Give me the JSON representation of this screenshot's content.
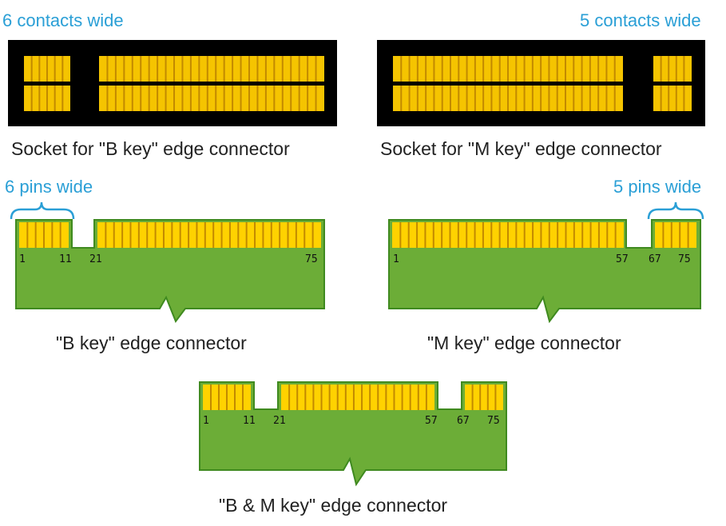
{
  "colors": {
    "socket_bg": "#000000",
    "contact_fill": "#f5c400",
    "contact_stripe": "#c98f00",
    "pcb_green": "#6cad37",
    "pcb_edge": "#3f8a1f",
    "pin_fill": "#ffd200",
    "pin_stripe": "#c28a00",
    "bracket": "#2a9fd6",
    "label_blue": "#2a9fd6",
    "caption_text": "#222222"
  },
  "socket_b": {
    "annotation": "6 contacts wide",
    "caption": "Socket for \"B key\" edge connector"
  },
  "socket_m": {
    "annotation": "5 contacts wide",
    "caption": "Socket for \"M key\" edge connector"
  },
  "connector_b": {
    "annotation": "6 pins wide",
    "caption": "\"B key\" edge connector",
    "pin_labels": [
      "1",
      "11",
      "21",
      "75"
    ]
  },
  "connector_m": {
    "annotation": "5 pins wide",
    "caption": "\"M key\" edge connector",
    "pin_labels": [
      "1",
      "57",
      "67",
      "75"
    ]
  },
  "connector_bm": {
    "caption": "\"B & M key\" edge connector",
    "pin_labels": [
      "1",
      "11",
      "21",
      "57",
      "67",
      "75"
    ]
  }
}
